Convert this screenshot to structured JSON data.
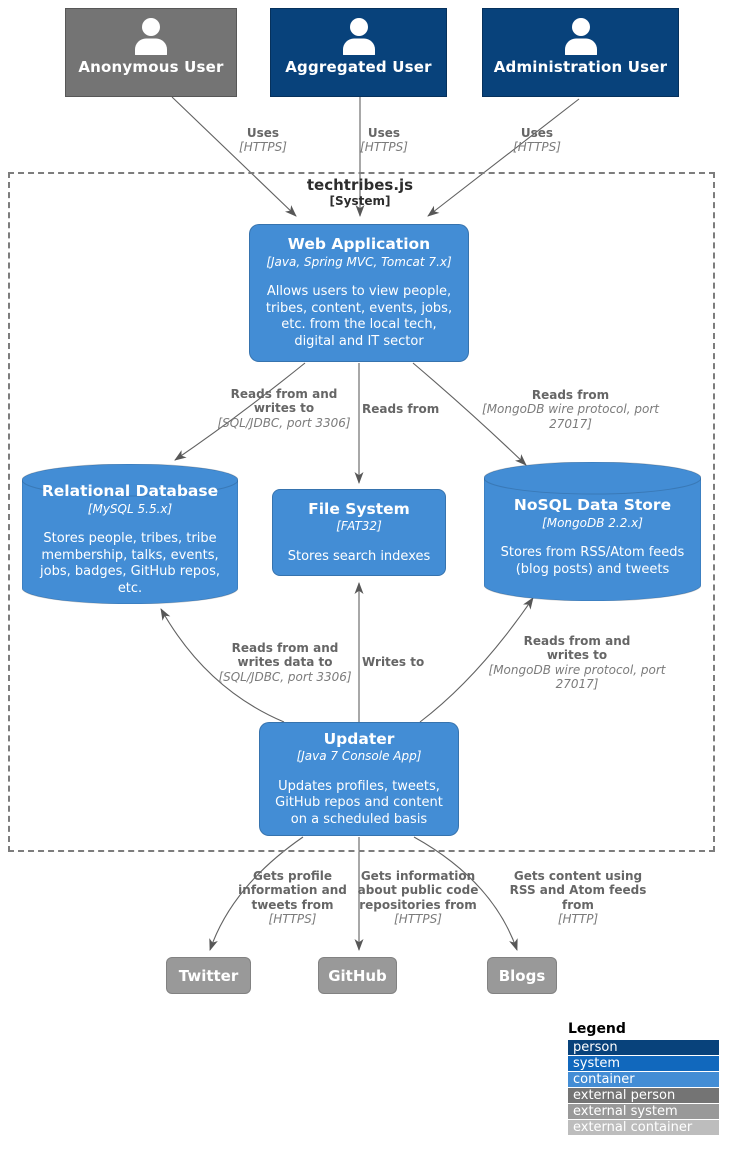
{
  "diagram": {
    "boundary": {
      "title": "techtribes.js",
      "subtitle": "[System]"
    },
    "actors": [
      {
        "label": "Anonymous User",
        "type": "external person"
      },
      {
        "label": "Aggregated User",
        "type": "person"
      },
      {
        "label": "Administration User",
        "type": "person"
      }
    ],
    "containers": {
      "web_application": {
        "title": "Web Application",
        "subtitle": "[Java, Spring MVC, Tomcat 7.x]",
        "description": "Allows users to view people, tribes, content, events, jobs, etc. from the local tech, digital and IT sector"
      },
      "relational_database": {
        "title": "Relational Database",
        "subtitle": "[MySQL 5.5.x]",
        "description": "Stores people, tribes, tribe membership, talks, events, jobs, badges, GitHub repos, etc."
      },
      "file_system": {
        "title": "File System",
        "subtitle": "[FAT32]",
        "description": "Stores search indexes"
      },
      "nosql_data_store": {
        "title": "NoSQL Data Store",
        "subtitle": "[MongoDB 2.2.x]",
        "description": "Stores from RSS/Atom feeds (blog posts) and tweets"
      },
      "updater": {
        "title": "Updater",
        "subtitle": "[Java 7 Console App]",
        "description": "Updates profiles, tweets, GitHub repos and content on a scheduled basis"
      }
    },
    "external_systems": [
      {
        "label": "Twitter"
      },
      {
        "label": "GitHub"
      },
      {
        "label": "Blogs"
      }
    ],
    "relationships": {
      "anon_webapp": {
        "label": "Uses",
        "tech": "[HTTPS]"
      },
      "agg_webapp": {
        "label": "Uses",
        "tech": "[HTTPS]"
      },
      "admin_webapp": {
        "label": "Uses",
        "tech": "[HTTPS]"
      },
      "webapp_reldb": {
        "label": "Reads from and writes to",
        "tech": "[SQL/JDBC, port 3306]"
      },
      "webapp_fs": {
        "label": "Reads from",
        "tech": ""
      },
      "webapp_nosql": {
        "label": "Reads from",
        "tech": "[MongoDB wire protocol, port 27017]"
      },
      "updater_reldb": {
        "label": "Reads from and writes data to",
        "tech": "[SQL/JDBC, port 3306]"
      },
      "updater_fs": {
        "label": "Writes to",
        "tech": ""
      },
      "updater_nosql": {
        "label": "Reads from and writes to",
        "tech": "[MongoDB wire protocol, port 27017]"
      },
      "updater_twitter": {
        "label": "Gets profile information and tweets from",
        "tech": "[HTTPS]"
      },
      "updater_github": {
        "label": "Gets information about public code repositories from",
        "tech": "[HTTPS]"
      },
      "updater_blogs": {
        "label": "Gets content using RSS and Atom feeds from",
        "tech": "[HTTP]"
      }
    },
    "legend": {
      "title": "Legend",
      "items": [
        {
          "label": "person",
          "color": "#08427B"
        },
        {
          "label": "system",
          "color": "#1168BD"
        },
        {
          "label": "container",
          "color": "#438DD5"
        },
        {
          "label": "external person",
          "color": "#747474"
        },
        {
          "label": "external system",
          "color": "#999999"
        },
        {
          "label": "external container",
          "color": "#bdbdbd"
        }
      ]
    },
    "colors": {
      "person": "#08427B",
      "container": "#438DD5",
      "external_person": "#747474",
      "external_system": "#999999",
      "edge": "#616161"
    }
  }
}
